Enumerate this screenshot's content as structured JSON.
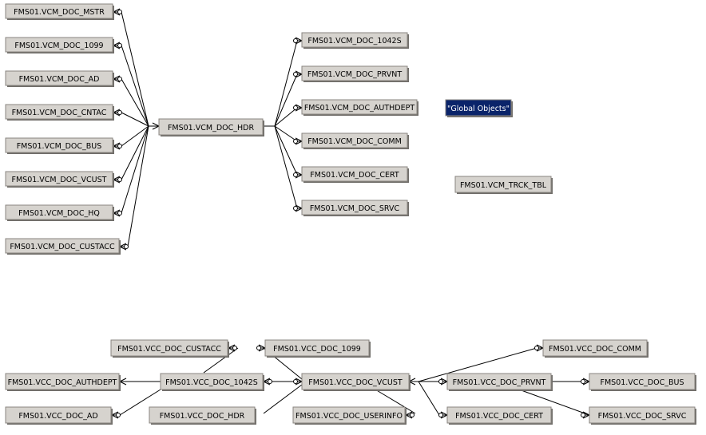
{
  "tables": {
    "vcm_doc_mstr": "FMS01.VCM_DOC_MSTR",
    "vcm_doc_1099": "FMS01.VCM_DOC_1099",
    "vcm_doc_ad": "FMS01.VCM_DOC_AD",
    "vcm_doc_cntac": "FMS01.VCM_DOC_CNTAC",
    "vcm_doc_bus": "FMS01.VCM_DOC_BUS",
    "vcm_doc_vcust": "FMS01.VCM_DOC_VCUST",
    "vcm_doc_hq": "FMS01.VCM_DOC_HQ",
    "vcm_doc_custacc": "FMS01.VCM_DOC_CUSTACC",
    "vcm_doc_hdr": "FMS01.VCM_DOC_HDR",
    "vcm_doc_1042s": "FMS01.VCM_DOC_1042S",
    "vcm_doc_prvnt": "FMS01.VCM_DOC_PRVNT",
    "vcm_doc_authdept": "FMS01.VCM_DOC_AUTHDEPT",
    "vcm_doc_comm": "FMS01.VCM_DOC_COMM",
    "vcm_doc_cert": "FMS01.VCM_DOC_CERT",
    "vcm_doc_srvc": "FMS01.VCM_DOC_SRVC",
    "vcm_trck_tbl": "FMS01.VCM_TRCK_TBL",
    "vcc_doc_custacc": "FMS01.VCC_DOC_CUSTACC",
    "vcc_doc_1099": "FMS01.VCC_DOC_1099",
    "vcc_doc_comm": "FMS01.VCC_DOC_COMM",
    "vcc_doc_authdept": "FMS01.VCC_DOC_AUTHDEPT",
    "vcc_doc_1042s": "FMS01.VCC_DOC_1042S",
    "vcc_doc_vcust": "FMS01.VCC_DOC_VCUST",
    "vcc_doc_prvnt": "FMS01.VCC_DOC_PRVNT",
    "vcc_doc_bus": "FMS01.VCC_DOC_BUS",
    "vcc_doc_ad": "FMS01.VCC_DOC_AD",
    "vcc_doc_hdr": "FMS01.VCC_DOC_HDR",
    "vcc_doc_userinfo": "FMS01.VCC_DOC_USERINFO",
    "vcc_doc_cert": "FMS01.VCC_DOC_CERT",
    "vcc_doc_srvc": "FMS01.VCC_DOC_SRVC"
  },
  "global_objects": {
    "label": "\"Global Objects\""
  },
  "colors": {
    "table_fill": "#d6d3ce",
    "global_fill": "#0a246a",
    "line": "#000000"
  }
}
